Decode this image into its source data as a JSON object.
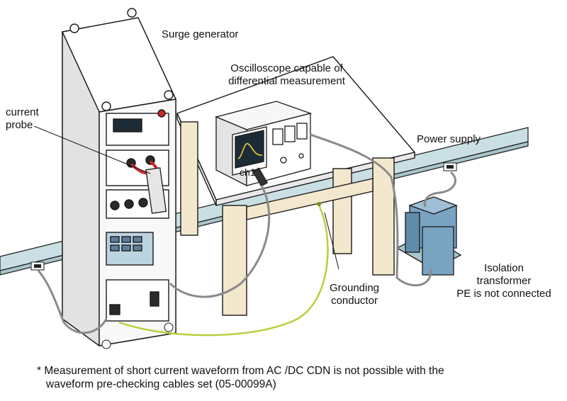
{
  "labels": {
    "surge_generator": "Surge generator",
    "oscilloscope_line1": "Oscilloscope capable of",
    "oscilloscope_line2": "differential measurement",
    "current_probe_line1": "current",
    "current_probe_line2": "probe",
    "power_supply": "Power supply",
    "channel": "ch1",
    "isolation_line1": "Isolation",
    "isolation_line2": "transformer",
    "isolation_line3": "PE is not connected",
    "grounding_line1": "Grounding",
    "grounding_line2": "conductor"
  },
  "footnote": {
    "line1": "* Measurement of short current waveform from AC /DC CDN is not possible with the",
    "line2": "waveform pre-checking cables set (05-00099A)"
  },
  "colors": {
    "outline": "#1a1a1a",
    "cabinet": "#f2f2f2",
    "rail": "#c9dfe4",
    "table_wood": "#f3e7cd",
    "transformer": "#78a4c2",
    "display": "#1d2b36",
    "ground_wire": "#b8cf3c",
    "red_cable": "#c8282a",
    "gray_cable": "#8a8a8a"
  }
}
